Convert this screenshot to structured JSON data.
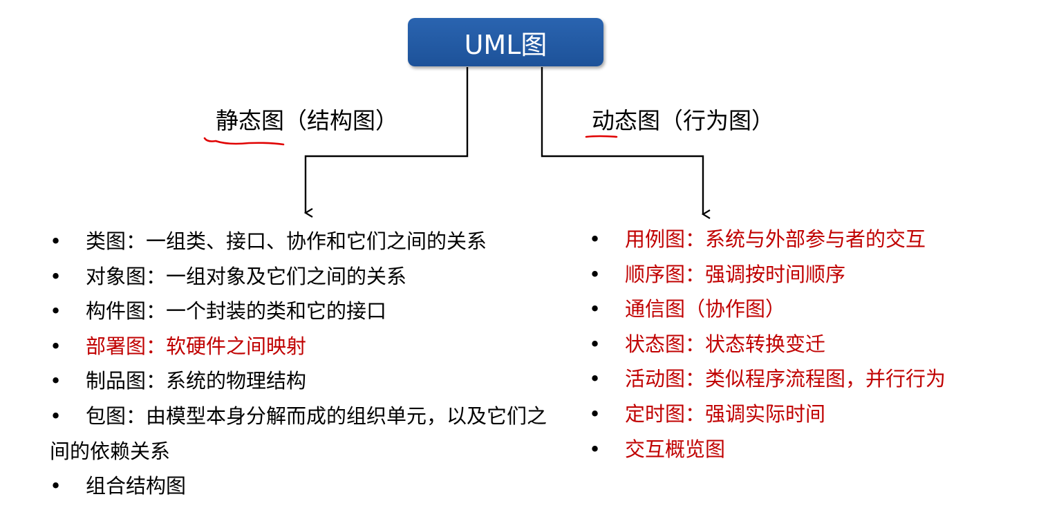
{
  "root": {
    "label": "UML图"
  },
  "branches": {
    "static": {
      "label": "静态图（结构图）",
      "items": [
        {
          "text": "类图：一组类、接口、协作和它们之间的关系",
          "highlight": false
        },
        {
          "text": "对象图：一组对象及它们之间的关系",
          "highlight": false
        },
        {
          "text": "构件图：一个封装的类和它的接口",
          "highlight": false
        },
        {
          "text": "部署图：软硬件之间映射",
          "highlight": true
        },
        {
          "text": "制品图：系统的物理结构",
          "highlight": false
        },
        {
          "text": "包图：由模型本身分解而成的组织单元，以及它们之间的依赖关系",
          "highlight": false
        },
        {
          "text": "组合结构图",
          "highlight": false
        }
      ]
    },
    "dynamic": {
      "label": "动态图（行为图）",
      "items": [
        {
          "text": "用例图：系统与外部参与者的交互",
          "highlight": true
        },
        {
          "text": "顺序图：强调按时间顺序",
          "highlight": true
        },
        {
          "text": "通信图（协作图）",
          "highlight": true
        },
        {
          "text": "状态图：状态转换变迁",
          "highlight": true
        },
        {
          "text": "活动图：类似程序流程图，并行行为",
          "highlight": true
        },
        {
          "text": "定时图：强调实际时间",
          "highlight": true
        },
        {
          "text": "交互概览图",
          "highlight": true
        }
      ]
    }
  },
  "bullet": "•",
  "colors": {
    "root_fill": "#1d5299",
    "highlight_text": "#c00000",
    "annotation_underline": "#e00000"
  }
}
